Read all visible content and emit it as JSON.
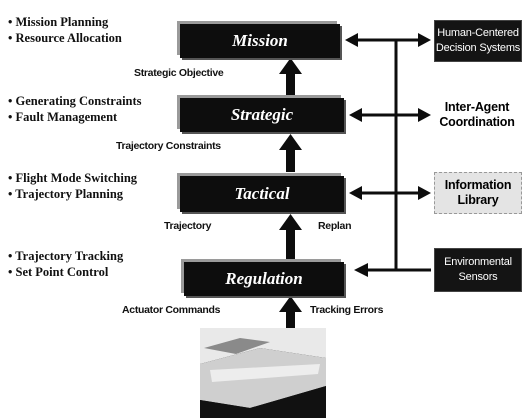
{
  "levels": {
    "mission": {
      "title": "Mission",
      "bullets": [
        "• Mission Planning",
        "• Resource Allocation"
      ]
    },
    "strategic": {
      "title": "Strategic",
      "bullets": [
        "• Generating Constraints",
        "• Fault Management"
      ]
    },
    "tactical": {
      "title": "Tactical",
      "bullets": [
        "• Flight Mode Switching",
        "• Trajectory Planning"
      ]
    },
    "regulation": {
      "title": "Regulation",
      "bullets": [
        "• Trajectory Tracking",
        "• Set Point Control"
      ]
    }
  },
  "flow_labels": {
    "strategic_objective": "Strategic Objective",
    "trajectory_constraints": "Trajectory Constraints",
    "trajectory": "Trajectory",
    "replan": "Replan",
    "actuator_commands": "Actuator Commands",
    "tracking_errors": "Tracking Errors"
  },
  "right_boxes": {
    "human_centered": {
      "line1": "Human-Centered",
      "line2": "Decision Systems"
    },
    "inter_agent": {
      "line1": "Inter-Agent",
      "line2": "Coordination"
    },
    "information_library": {
      "line1": "Information",
      "line2": "Library"
    },
    "environmental_sensors": {
      "line1": "Environmental",
      "line2": "Sensors"
    }
  },
  "colors": {
    "box_fill": "#0d0d0d",
    "arrow": "#0d0d0d",
    "background": "#ffffff"
  }
}
